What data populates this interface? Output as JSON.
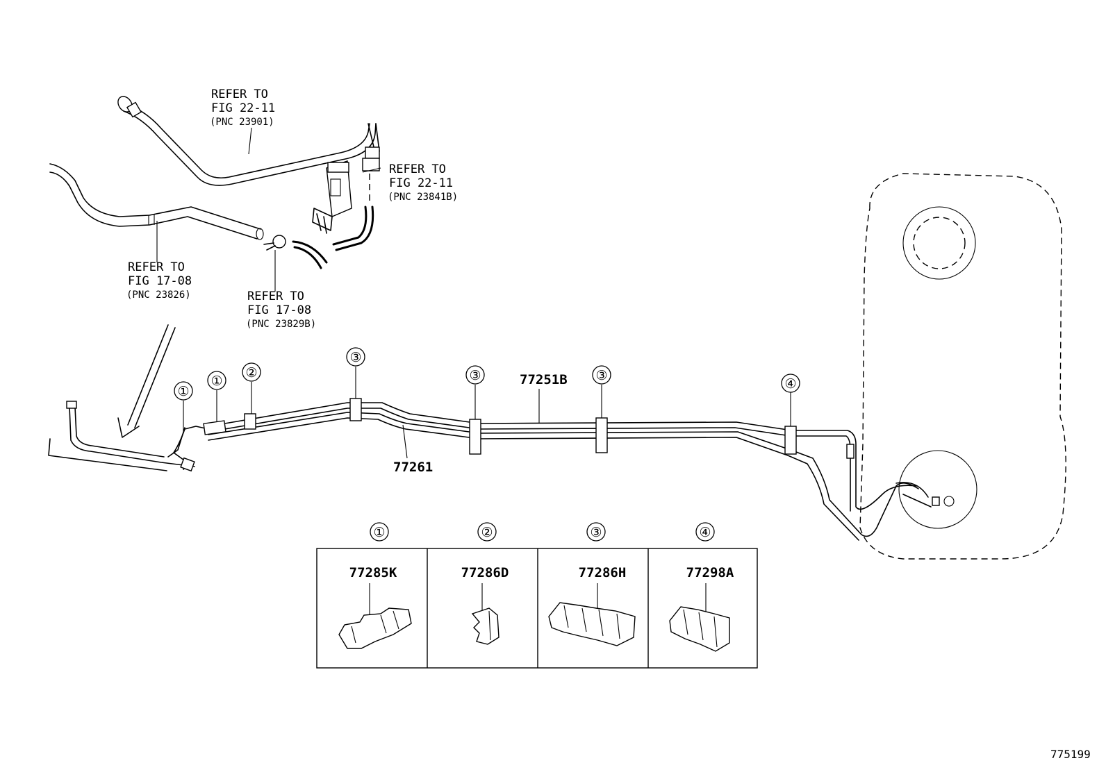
{
  "refs": {
    "a": {
      "line1": "REFER TO",
      "line2": "FIG 22-11",
      "pnc": "(PNC 23901)"
    },
    "b": {
      "line1": "REFER TO",
      "line2": "FIG 22-11",
      "pnc": "(PNC 23841B)"
    },
    "c": {
      "line1": "REFER TO",
      "line2": "FIG 17-08",
      "pnc": "(PNC 23826)"
    },
    "d": {
      "line1": "REFER TO",
      "line2": "FIG 17-08",
      "pnc": "(PNC 23829B)"
    }
  },
  "parts": {
    "main_tube": "77251B",
    "lower_tube": "77261"
  },
  "callouts": [
    "①",
    "①",
    "②",
    "③",
    "③",
    "③",
    "④"
  ],
  "table": [
    {
      "num": "①",
      "part": "77285K"
    },
    {
      "num": "②",
      "part": "77286D"
    },
    {
      "num": "③",
      "part": "77286H"
    },
    {
      "num": "④",
      "part": "77298A"
    }
  ],
  "figure_id": "775199"
}
